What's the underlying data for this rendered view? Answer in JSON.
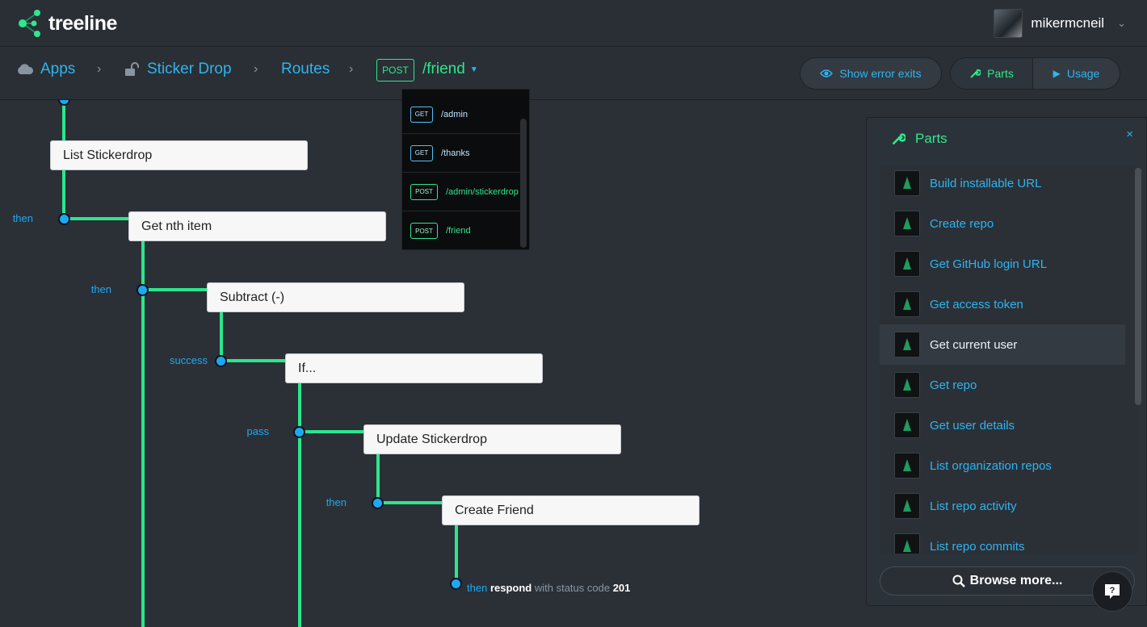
{
  "app": {
    "brand": "treeline",
    "user": {
      "name": "mikermcneil"
    }
  },
  "breadcrumb": {
    "apps": "Apps",
    "project": "Sticker Drop",
    "routes": "Routes",
    "route_verb": "POST",
    "route_path": "/friend",
    "separator": "›"
  },
  "toolbar": {
    "error_exits": "Show error exits",
    "parts": "Parts",
    "usage": "Usage"
  },
  "route_menu": [
    {
      "verb": "GET",
      "path": "/admin"
    },
    {
      "verb": "GET",
      "path": "/thanks"
    },
    {
      "verb": "POST",
      "path": "/admin/stickerdrop"
    },
    {
      "verb": "POST",
      "path": "/friend"
    }
  ],
  "flow": {
    "nodes": [
      "List Stickerdrop",
      "Get nth item",
      "Subtract (-)",
      "If...",
      "Update Stickerdrop",
      "Create Friend"
    ],
    "edges": [
      "then",
      "then",
      "success",
      "pass",
      "then"
    ],
    "respond": {
      "then": "then",
      "verb": "respond",
      "middle": "with status code",
      "code": "201"
    }
  },
  "parts_panel": {
    "title": "Parts",
    "close": "×",
    "items": [
      "Build installable URL",
      "Create repo",
      "Get GitHub login URL",
      "Get access token",
      "Get current user",
      "Get repo",
      "Get user details",
      "List organization repos",
      "List repo activity",
      "List repo commits"
    ],
    "selected": "Get current user",
    "browse": "Browse more..."
  },
  "help": {
    "icon": "help-icon",
    "glyph": "?"
  },
  "colors": {
    "accent_green": "#2fe78f",
    "accent_blue": "#2fb4ef",
    "background": "#2b3037"
  }
}
